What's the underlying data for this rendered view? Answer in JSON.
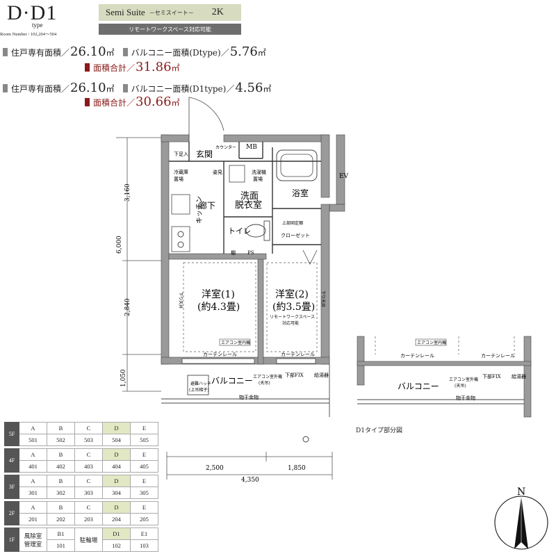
{
  "header": {
    "type_name": "D·D1",
    "type_sub": "type",
    "room_number": "Room Number / 102,204～504",
    "suite_name": "Semi Suite",
    "suite_kana": "－セミスイート－",
    "layout_type": "2K",
    "remote_work": "リモートワークスペース対応可能",
    "brand_color": "#d7dbbf"
  },
  "areas": {
    "d_label1": "住戸専有面積／",
    "d_val1": "26.10",
    "d_label2": "バルコニー面積(Dtype)／",
    "d_val2": "5.76",
    "d_total_label": "面積合計／",
    "d_total": "31.86",
    "d1_label1": "住戸専有面積／",
    "d1_val1": "26.10",
    "d1_label2": "バルコニー面積(D1type)／",
    "d1_val2": "4.56",
    "d1_total_label": "面積合計／",
    "d1_total": "30.66",
    "unit": "㎡",
    "total_color": "#8b1a1a"
  },
  "plan": {
    "shoe": "下足入",
    "counter": "カウンター",
    "entrance": "玄関",
    "mb": "MB",
    "ev": "EV",
    "fridge": "冷蔵庫置場",
    "fridge1": "冷蔵庫",
    "fridge2": "置場",
    "mirror": "姿見",
    "washer1": "洗濯機",
    "washer2": "置場",
    "wash1": "洗面",
    "wash2": "脱衣室",
    "bath": "浴室",
    "hall": "廊下",
    "kitchen": "キッチン",
    "toilet": "トイレ",
    "shelf": "上部固定棚",
    "closet": "クローゼット",
    "ps": "PS",
    "shelf2": "棚",
    "room1a": "洋室(1)",
    "room1b": "(約4.3畳)",
    "room2a": "洋室(2)",
    "room2b": "(約3.5畳)",
    "remote_small": "リモートワークスペース",
    "remote_small2": "対応可能",
    "lower_ceiling": "下り天井",
    "ac": "エアコン室内機",
    "curtain": "カーテンレール",
    "balcony": "バルコニー",
    "ac_out1": "エアコン室外機",
    "ac_out2": "(天吊)",
    "fix": "下部FIX",
    "drain": "給湯器",
    "hatch1": "避難ハッチ",
    "hatch2": "(上吊梯子)",
    "dryer": "物干金物",
    "dim_3160": "3,160",
    "dim_6000": "6,000",
    "dim_2840": "2,840",
    "dim_1050": "1,050",
    "dim_2500": "2,500",
    "dim_1850": "1,850",
    "dim_4350": "4,350",
    "d1_caption": "D1タイプ部分図",
    "north": "N"
  },
  "floors": [
    {
      "floor": "5F",
      "cells": [
        "A",
        "B",
        "C",
        "D",
        "E"
      ],
      "rooms": [
        "501",
        "502",
        "503",
        "504",
        "505"
      ],
      "hl": 3
    },
    {
      "floor": "4F",
      "cells": [
        "A",
        "B",
        "C",
        "D",
        "E"
      ],
      "rooms": [
        "401",
        "402",
        "403",
        "404",
        "405"
      ],
      "hl": 3
    },
    {
      "floor": "3F",
      "cells": [
        "A",
        "B",
        "C",
        "D",
        "E"
      ],
      "rooms": [
        "301",
        "302",
        "303",
        "304",
        "305"
      ],
      "hl": 3
    },
    {
      "floor": "2F",
      "cells": [
        "A",
        "B",
        "C",
        "D",
        "E"
      ],
      "rooms": [
        "201",
        "202",
        "203",
        "204",
        "205"
      ],
      "hl": 3
    },
    {
      "floor": "1F",
      "cells": [
        "風除室\n管理室",
        "B1",
        "駐輪場",
        "D1",
        "E1"
      ],
      "rooms": [
        "",
        "101",
        "",
        "102",
        "103"
      ],
      "hl": 3
    }
  ]
}
